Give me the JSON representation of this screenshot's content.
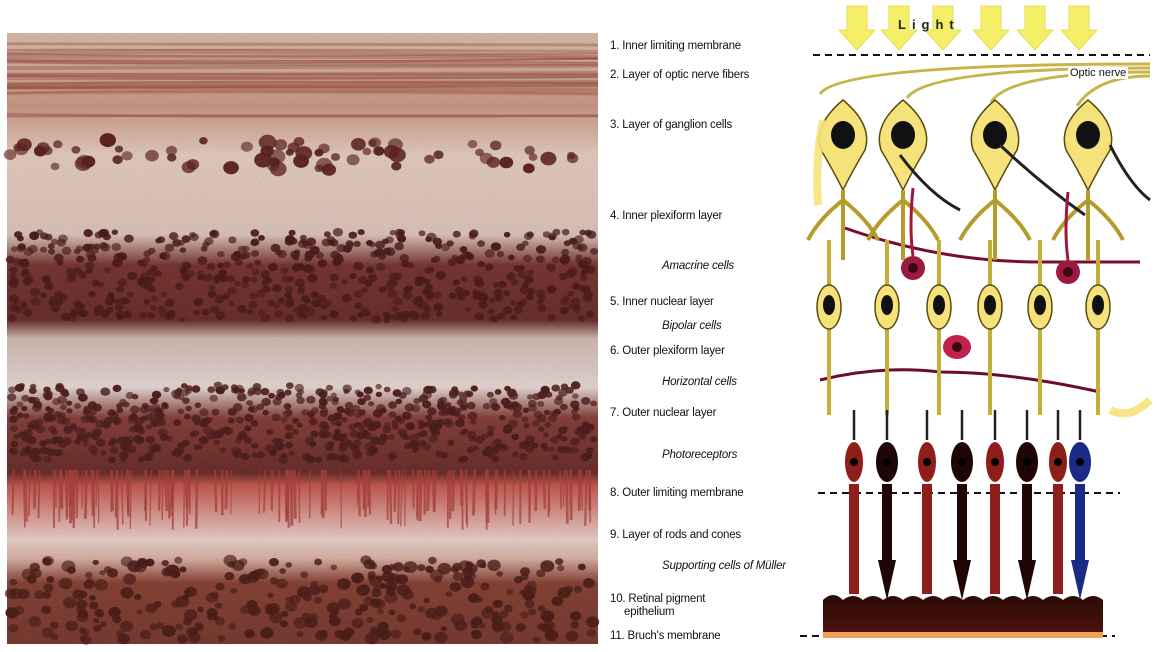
{
  "light_label": "Light",
  "optic_nerve_label": "Optic nerve",
  "layers": [
    {
      "number": "1.",
      "name": "Inner limiting membrane"
    },
    {
      "number": "2.",
      "name": "Layer of optic nerve fibers"
    },
    {
      "number": "3.",
      "name": "Layer of ganglion cells"
    },
    {
      "number": "4.",
      "name": "Inner plexiform layer"
    },
    {
      "number": "5.",
      "name": "Inner nuclear layer"
    },
    {
      "number": "6.",
      "name": "Outer plexiform layer"
    },
    {
      "number": "7.",
      "name": "Outer nuclear layer"
    },
    {
      "number": "8.",
      "name": "Outer limiting membrane"
    },
    {
      "number": "9.",
      "name": "Layer of rods and cones"
    },
    {
      "number": "10.",
      "name": "Retinal pigment",
      "name_line2": "epithelium"
    },
    {
      "number": "11.",
      "name": "Bruch's membrane"
    }
  ],
  "cell_types": [
    {
      "name": "Amacrine cells"
    },
    {
      "name": "Bipolar cells"
    },
    {
      "name": "Horizontal cells"
    },
    {
      "name": "Photoreceptors"
    },
    {
      "name": "Supporting cells of Müller"
    }
  ],
  "colors": {
    "neuron_yellow": "#f6e27a",
    "neuron_outline": "#5a4a10",
    "nucleus_black": "#111111",
    "amacrine_red": "#9c1a3c",
    "photoreceptor_red": "#8e1e1a",
    "cone_blue": "#1a2a86",
    "pigment_epithelium": "#3a0f0a",
    "bruch_orange": "#f2a15a",
    "light_arrow": "#f4ef66"
  }
}
